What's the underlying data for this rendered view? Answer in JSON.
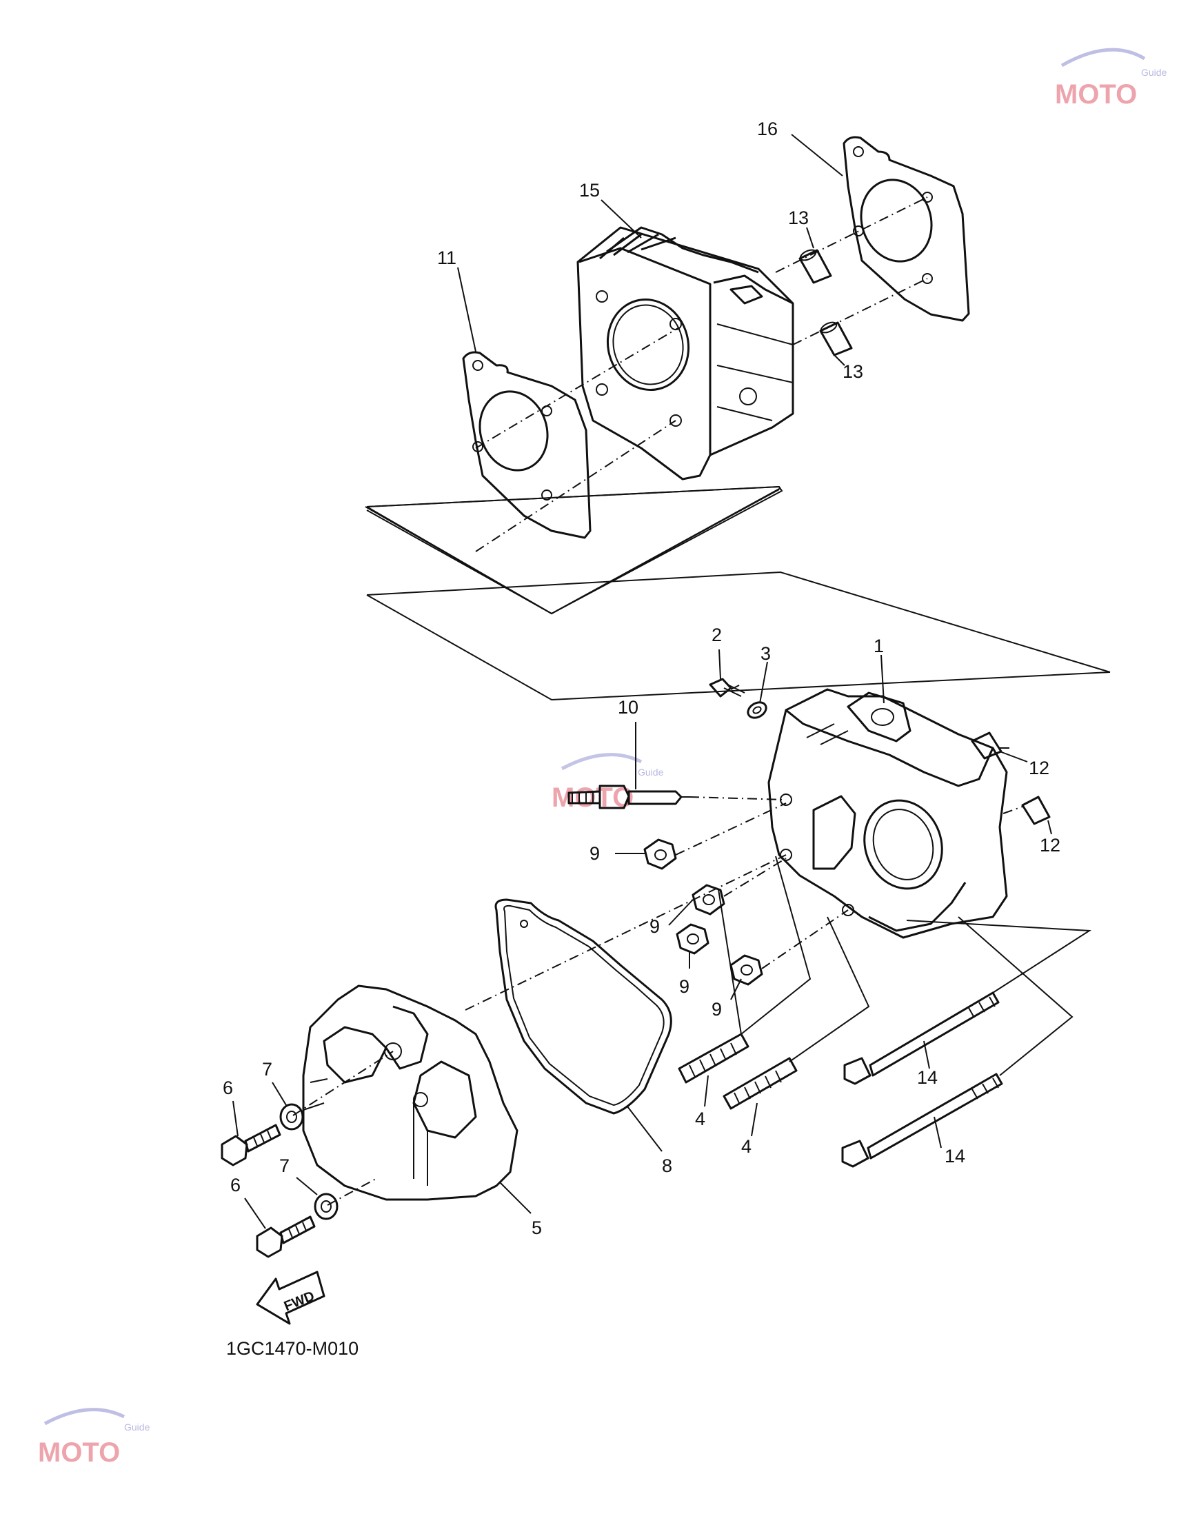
{
  "diagram": {
    "code": "1GC1470-M010",
    "direction": "FWD",
    "watermark": {
      "text": "MOTO",
      "sub": "Guide",
      "color": "#e05a6a"
    },
    "callouts": [
      {
        "id": "c1",
        "label": "1"
      },
      {
        "id": "c2",
        "label": "2"
      },
      {
        "id": "c3",
        "label": "3"
      },
      {
        "id": "c4a",
        "label": "4"
      },
      {
        "id": "c4b",
        "label": "4"
      },
      {
        "id": "c5",
        "label": "5"
      },
      {
        "id": "c6a",
        "label": "6"
      },
      {
        "id": "c6b",
        "label": "6"
      },
      {
        "id": "c7a",
        "label": "7"
      },
      {
        "id": "c7b",
        "label": "7"
      },
      {
        "id": "c8",
        "label": "8"
      },
      {
        "id": "c9a",
        "label": "9"
      },
      {
        "id": "c9b",
        "label": "9"
      },
      {
        "id": "c9c",
        "label": "9"
      },
      {
        "id": "c9d",
        "label": "9"
      },
      {
        "id": "c10",
        "label": "10"
      },
      {
        "id": "c11",
        "label": "11"
      },
      {
        "id": "c12a",
        "label": "12"
      },
      {
        "id": "c12b",
        "label": "12"
      },
      {
        "id": "c13a",
        "label": "13"
      },
      {
        "id": "c13b",
        "label": "13"
      },
      {
        "id": "c14a",
        "label": "14"
      },
      {
        "id": "c14b",
        "label": "14"
      },
      {
        "id": "c15",
        "label": "15"
      },
      {
        "id": "c16",
        "label": "16"
      }
    ]
  }
}
